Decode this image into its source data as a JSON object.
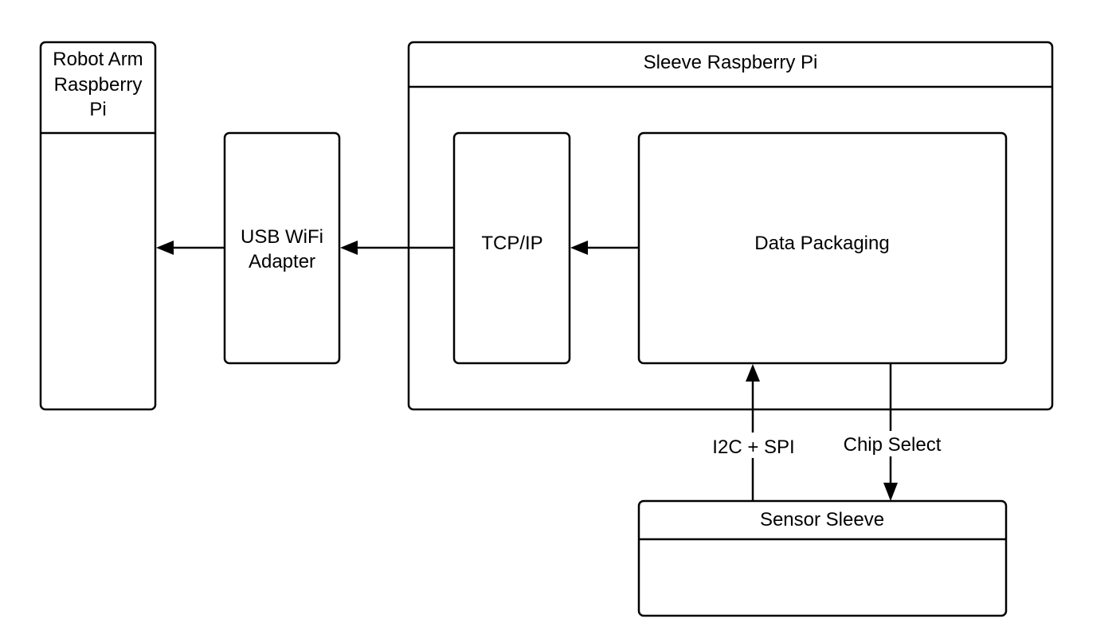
{
  "nodes": {
    "robot_arm_pi": {
      "title_lines": [
        "Robot Arm",
        "Raspberry",
        "Pi"
      ]
    },
    "usb_wifi_adapter": {
      "label_lines": [
        "USB WiFi",
        "Adapter"
      ]
    },
    "sleeve_pi": {
      "title": "Sleeve Raspberry Pi"
    },
    "tcp_ip": {
      "label": "TCP/IP"
    },
    "data_packaging": {
      "label": "Data Packaging"
    },
    "sensor_sleeve": {
      "title": "Sensor Sleeve"
    }
  },
  "edges": [
    {
      "id": "data-to-tcp",
      "from": "Data Packaging",
      "to": "TCP/IP",
      "label": ""
    },
    {
      "id": "tcp-to-usb",
      "from": "TCP/IP",
      "to": "USB WiFi Adapter",
      "label": ""
    },
    {
      "id": "usb-to-robot",
      "from": "USB WiFi Adapter",
      "to": "Robot Arm Raspberry Pi",
      "label": ""
    },
    {
      "id": "sensor-to-data",
      "from": "Sensor Sleeve",
      "to": "Data Packaging",
      "label": "I2C + SPI"
    },
    {
      "id": "data-to-sensor",
      "from": "Data Packaging",
      "to": "Sensor Sleeve",
      "label": "Chip Select"
    }
  ],
  "colors": {
    "stroke": "#000000",
    "fill": "#ffffff"
  }
}
